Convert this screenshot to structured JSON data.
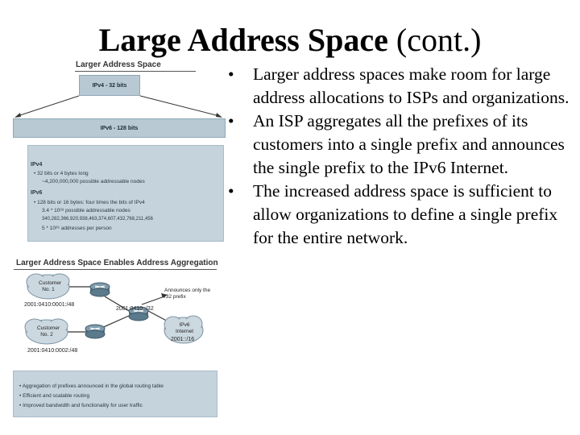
{
  "slide": {
    "title_bold": "Large Address Space",
    "title_rest": "(cont.)",
    "bullets": [
      "Larger address spaces make room for large address allocations to ISPs and organizations.",
      "An ISP aggregates all the prefixes of its customers into a single prefix and announces the single prefix to the IPv6 Internet.",
      "The increased address space is sufficient to allow organizations to define a single prefix for the entire network."
    ]
  },
  "fig1": {
    "title": "Larger Address Space",
    "ipv4_bar": "IPv4 - 32 bits",
    "ipv6_bar": "IPv6 - 128 bits",
    "info": {
      "ipv4_header": "IPv4",
      "ipv4_lines": [
        "• 32 bits or 4 bytes long",
        "~4,200,000,000 possible addressable nodes"
      ],
      "ipv6_header": "IPv6",
      "ipv6_lines": [
        "• 128 bits or 16 bytes: four times the bits of IPv4",
        "3.4 * 10³⁸ possible addressable nodes",
        "340,282,366,920,938,463,374,607,432,768,211,456",
        "5 * 10²⁸ addresses per person"
      ]
    }
  },
  "fig2": {
    "title": "Larger Address Space Enables Address Aggregation",
    "customer1": "Customer No. 1",
    "customer1_prefix": "2001:0410:0001:/48",
    "customer2": "Customer No. 2",
    "customer2_prefix": "2001:0410:0002:/48",
    "isp_prefix": "2001:0410::/32",
    "announces": "Announces only the /32 prefix",
    "internet": "IPv6 Internet",
    "internet_prefix": "2001::/16",
    "notes": [
      "• Aggregation of prefixes announced in the global routing table",
      "• Efficient and scalable routing",
      "• Improved bandwidth and functionality for user traffic"
    ]
  }
}
